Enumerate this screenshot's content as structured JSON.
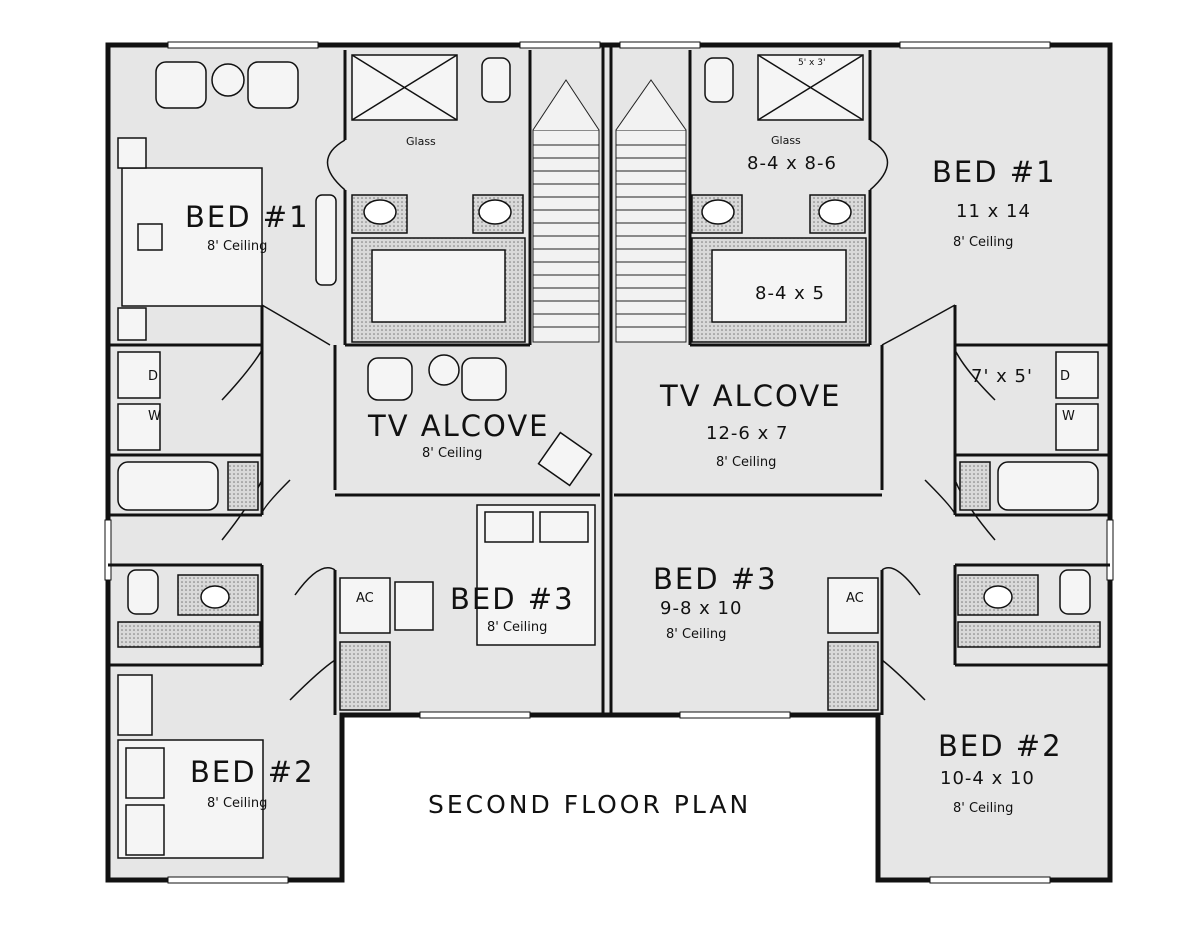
{
  "plan_title": "SECOND FLOOR PLAN",
  "left_unit": {
    "bed1": {
      "name": "BED #1",
      "ceiling": "8' Ceiling"
    },
    "tv_alcove": {
      "name": "TV ALCOVE",
      "ceiling": "8' Ceiling"
    },
    "bed3": {
      "name": "BED #3",
      "ceiling": "8' Ceiling"
    },
    "bed2": {
      "name": "BED #2",
      "ceiling": "8' Ceiling"
    },
    "glass_note": "Glass",
    "laundry": {
      "dryer": "D",
      "washer": "W"
    },
    "ac_label": "AC"
  },
  "right_unit": {
    "bed1": {
      "name": "BED #1",
      "size": "11 x 14",
      "ceiling": "8' Ceiling"
    },
    "bath": {
      "size": "8-4 x 8-6",
      "glass_note": "Glass",
      "shower_size": "5' x 3'"
    },
    "closet_size": "8-4 x 5",
    "tv_alcove": {
      "name": "TV ALCOVE",
      "size": "12-6 x 7",
      "ceiling": "8' Ceiling"
    },
    "bed3": {
      "name": "BED #3",
      "size": "9-8 x 10",
      "ceiling": "8' Ceiling"
    },
    "bed2": {
      "name": "BED #2",
      "size": "10-4 x 10",
      "ceiling": "8' Ceiling"
    },
    "laundry": {
      "size": "7' x 5'",
      "dryer": "D",
      "washer": "W"
    },
    "ac_label": "AC"
  }
}
